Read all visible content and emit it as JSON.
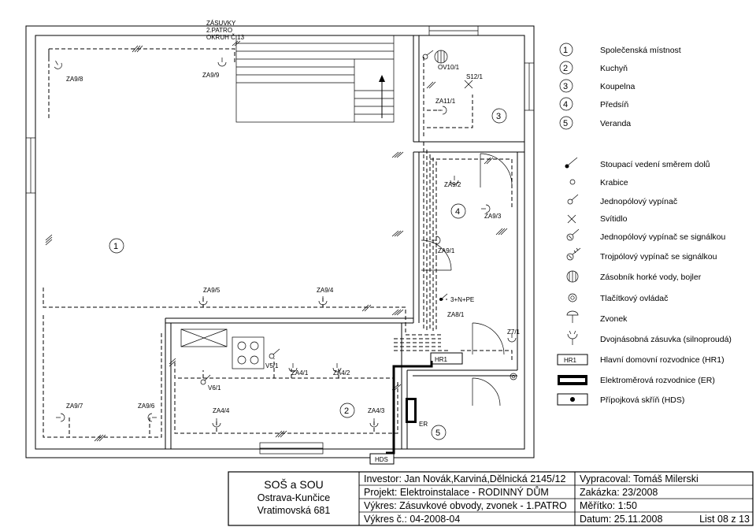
{
  "rooms": [
    {
      "number": "1",
      "name": "Společenská místnost"
    },
    {
      "number": "2",
      "name": "Kuchyň"
    },
    {
      "number": "3",
      "name": "Koupelna"
    },
    {
      "number": "4",
      "name": "Předsíň"
    },
    {
      "number": "5",
      "name": "Veranda"
    }
  ],
  "legend": [
    "Stoupací vedení směrem dolů",
    "Krabice",
    "Jednopólový vypínač",
    "Svítidlo",
    "Jednopólový vypínač se signálkou",
    "Trojpólový vypínač se signálkou",
    "Zásobník horké vody, bojler",
    "Tlačítkový ovládač",
    "Zvonek",
    "Dvojnásobná zásuvka (silnoproudá)",
    "Hlavní domovní rozvodnice (HR1)",
    "Elektroměrová rozvodnice (ER)",
    "Přípojková skříň (HDS)"
  ],
  "legend_box_hr": "HR1",
  "stair_note": [
    "ZÁSUVKY",
    "2.PATRO",
    "OKRUH Č.13"
  ],
  "labels": {
    "za9_8": "ZA9/8",
    "za9_9": "ZA9/9",
    "ov10_1": "OV10/1",
    "s12_1": "S12/1",
    "za11_1": "ZA11/1",
    "za9_2": "ZA9/2",
    "za9_3": "ZA9/3",
    "za9_1": "ZA9/1",
    "za9_5": "ZA9/5",
    "za9_4": "ZA9/4",
    "n3npe": "3+N+PE",
    "za8_1": "ZA8/1",
    "z7_1": "Z7/1",
    "hr1": "HR1",
    "v5_1": "V5/1",
    "za4_1": "ZA4/1",
    "za4_2": "ZA4/2",
    "v6_1": "V6/1",
    "za9_7": "ZA9/7",
    "za9_6": "ZA9/6",
    "za4_4": "ZA4/4",
    "za4_3": "ZA4/3",
    "er": "ER",
    "hds": "HDS"
  },
  "title_block": {
    "school": [
      "SOŠ a SOU",
      "Ostrava-Kunčice",
      "Vratimovská 681"
    ],
    "investor": "Investor: Jan Novák,Karviná,Dělnická 2145/12",
    "project": "Projekt: Elektroinstalace - RODINNÝ DŮM",
    "drawing": "Výkres: Zásuvkové obvody, zvonek - 1.PATRO",
    "drawing_no": "Výkres č.: 04-2008-04",
    "author": "Vypracoval: Tomáš Milerski",
    "order": "Zakázka: 23/2008",
    "scale": "Měřítko: 1:50",
    "date": "Datum: 25.11.2008",
    "sheet": "List 08 z 13"
  }
}
